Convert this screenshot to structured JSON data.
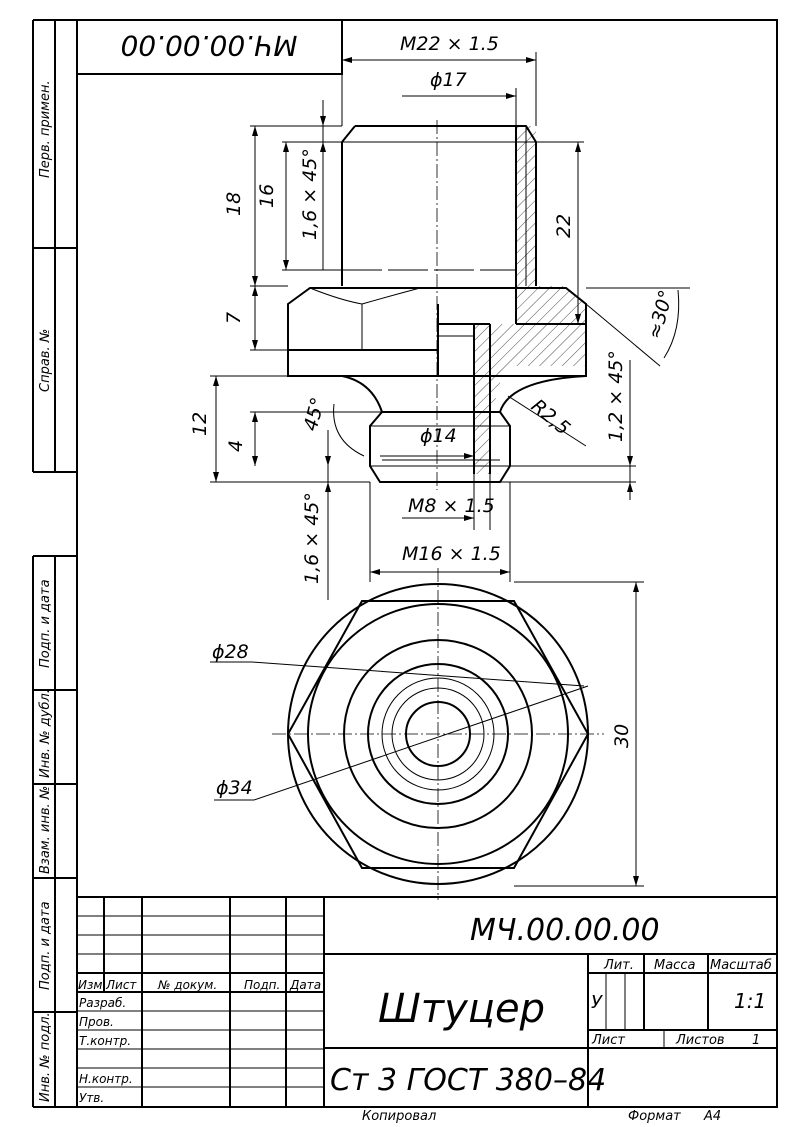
{
  "drawing": {
    "code": "МЧ.00.00.00",
    "code_rotated": "МЧ.00.00.00",
    "title": "Штуцер",
    "material": "Ст 3  ГОСТ 380–84",
    "stage_letter": "У",
    "scale": "1:1",
    "sheets": "1"
  },
  "title_block": {
    "headers": {
      "izm": "Изм.",
      "list": "Лист",
      "doc": "№ докум.",
      "sign": "Подп.",
      "date": "Дата",
      "lit": "Лит.",
      "mass": "Масса",
      "scale_h": "Масштаб",
      "sheet": "Лист",
      "sheets_h": "Листов"
    },
    "roles": [
      "Разраб.",
      "Пров.",
      "Т.контр.",
      "Н.контр.",
      "Утв."
    ],
    "footer_copied": "Копировал",
    "footer_format": "Формат",
    "format_value": "А4"
  },
  "side_strip": {
    "labels": [
      "Перв. примен.",
      "Справ. №",
      "Подп. и дата",
      "Инв. № дубл.",
      "Взам. инв. №",
      "Подп. и дата",
      "Инв. № подл."
    ]
  },
  "dimensions": {
    "thread_top": "М22 × 1.5",
    "dia_17": "ϕ17",
    "d18": "18",
    "d16": "16",
    "chamfer_top": "1,6 × 45°",
    "d22": "22",
    "d7": "7",
    "angle30": "≈30°",
    "r25": "R2,5",
    "chamfer_12": "1,2 × 45°",
    "d12": "12",
    "d4": "4",
    "angle45": "45°",
    "dia_14": "ϕ14",
    "thread_m8": "М8 × 1.5",
    "chamfer_bottom": "1,6 × 45°",
    "thread_m16": "М16 × 1.5",
    "dia_28": "ϕ28",
    "dia_34": "ϕ34",
    "d30": "30"
  }
}
